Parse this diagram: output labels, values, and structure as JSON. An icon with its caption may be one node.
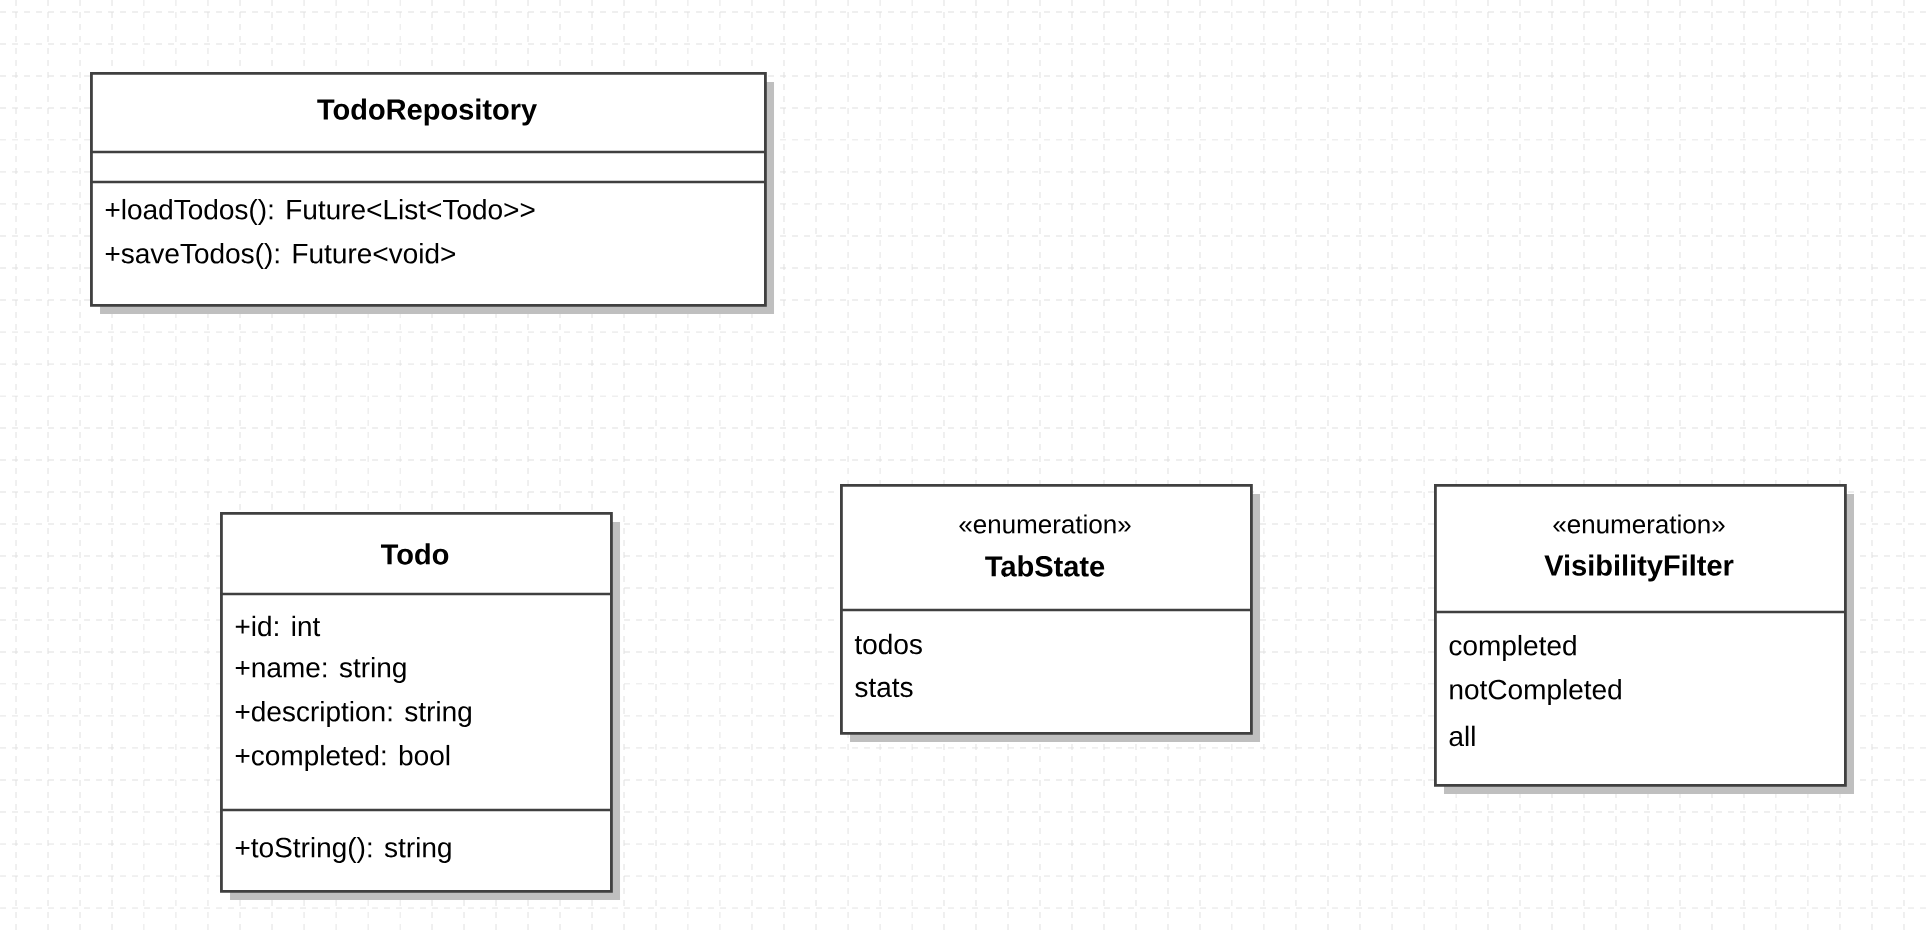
{
  "diagram": {
    "nodes": [
      {
        "text": [
          "TodoRepository",
          "+loadTodos(): Future<List<Todo>>",
          "+saveTodos(): Future<void>"
        ]
      },
      {
        "text": [
          "Todo",
          "+id: int",
          "+name: string",
          "+description: string",
          "+completed: bool",
          "+toString(): string"
        ]
      },
      {
        "text": [
          "«enumeration»",
          "TabState",
          "todos",
          "stats"
        ]
      },
      {
        "text": [
          "«enumeration»",
          "VisibilityFilter",
          "completed",
          "notCompleted",
          "all"
        ]
      }
    ]
  }
}
